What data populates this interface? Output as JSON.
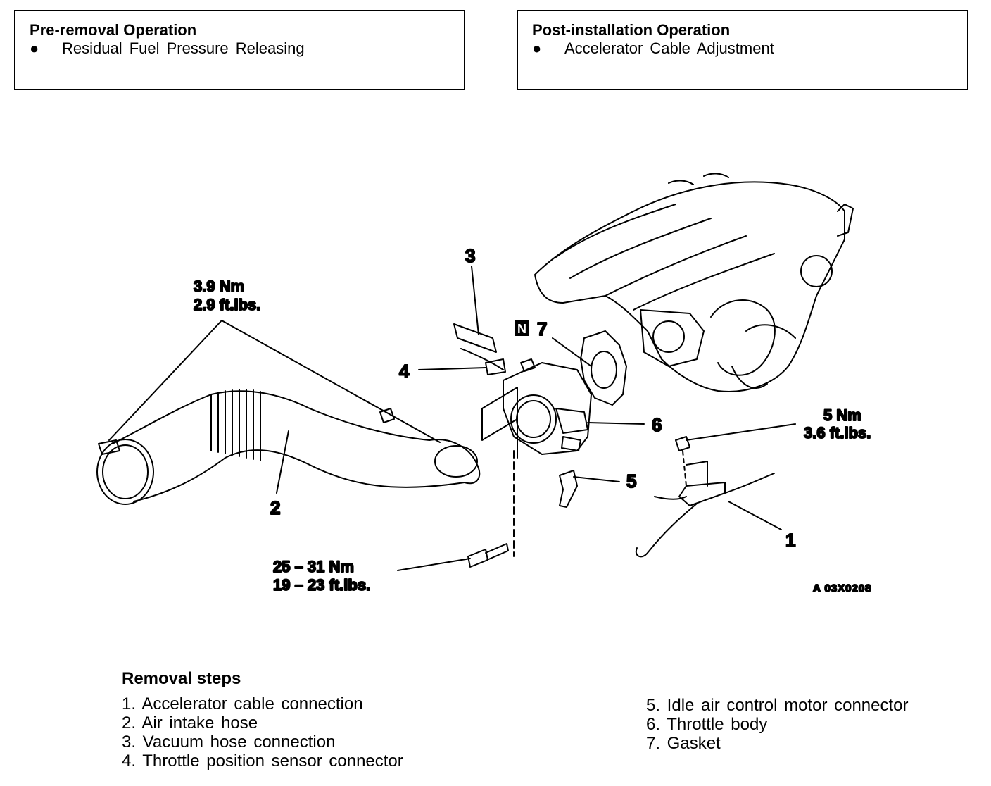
{
  "pre_removal": {
    "title": "Pre-removal Operation",
    "bullet": "●",
    "item": "Residual Fuel Pressure Releasing"
  },
  "post_installation": {
    "title": "Post-installation Operation",
    "bullet": "●",
    "item": "Accelerator Cable Adjustment"
  },
  "diagram": {
    "torque_hose_clamp": {
      "nm": "3.9 Nm",
      "ftlbs": "2.9 ft.lbs."
    },
    "torque_bolt": {
      "nm": "25 – 31 Nm",
      "ftlbs": "19 – 23 ft.lbs."
    },
    "torque_bracket": {
      "nm": "5 Nm",
      "ftlbs": "3.6 ft.lbs."
    },
    "callouts": [
      "1",
      "2",
      "3",
      "4",
      "5",
      "6",
      "7"
    ],
    "new_part_badge": "N",
    "figure_code": "A 03X0208"
  },
  "removal_steps": {
    "title": "Removal steps",
    "left": [
      "1. Accelerator cable connection",
      "2. Air intake hose",
      "3. Vacuum hose connection",
      "4. Throttle position sensor connector"
    ],
    "right": [
      "5. Idle air control motor connector",
      "6. Throttle body",
      "7. Gasket"
    ]
  }
}
